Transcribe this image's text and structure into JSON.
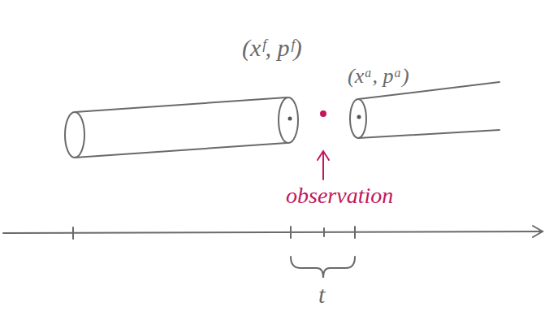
{
  "diagram": {
    "labels": [
      "(xᶠ, pᶠ)",
      "(xᵃ, pᵃ)",
      "observation",
      "t"
    ]
  }
}
